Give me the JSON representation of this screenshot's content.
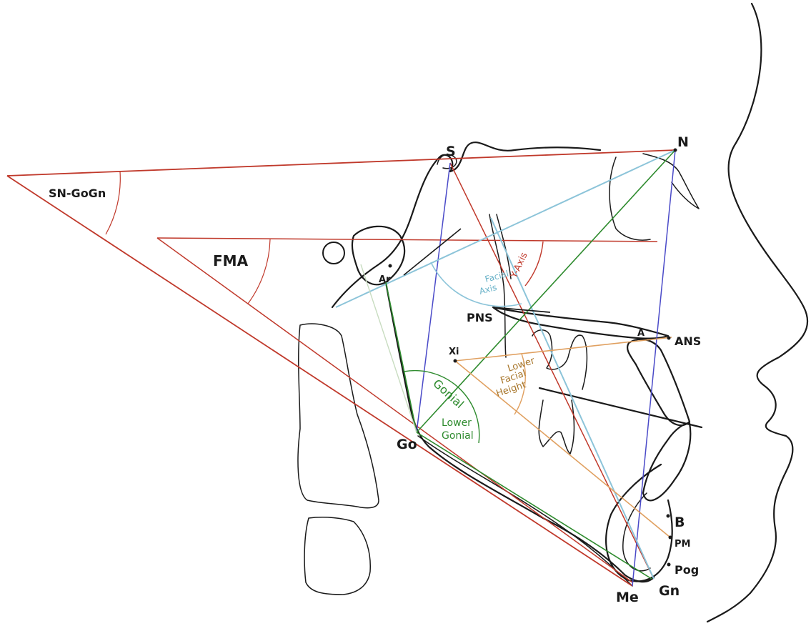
{
  "landmarks": {
    "S": "S",
    "N": "N",
    "Ar": "Ar",
    "PNS": "PNS",
    "A": "A",
    "ANS": "ANS",
    "Xi": "Xi",
    "Go": "Go",
    "B": "B",
    "PM": "PM",
    "Pog": "Pog",
    "Me": "Me",
    "Gn": "Gn"
  },
  "angles": {
    "sn_gogn": "SN-GoGn",
    "fma": "FMA",
    "facial_axis_line1": "Facial",
    "facial_axis_line2": "Axis",
    "y_axis": "Y-Axis",
    "gonial": "Gonial",
    "lower_gonial_line1": "Lower",
    "lower_gonial_line2": "Gonial",
    "lower_facial_height_line1": "Lower",
    "lower_facial_height_line2": "Facial",
    "lower_facial_height_line3": "Height"
  },
  "colors": {
    "red": "#c0392b",
    "blue": "#4a4ac8",
    "light_blue": "#8cc4d9",
    "green": "#2e8b2e",
    "orange": "#e0a060",
    "trace": "#1a1a1a"
  }
}
